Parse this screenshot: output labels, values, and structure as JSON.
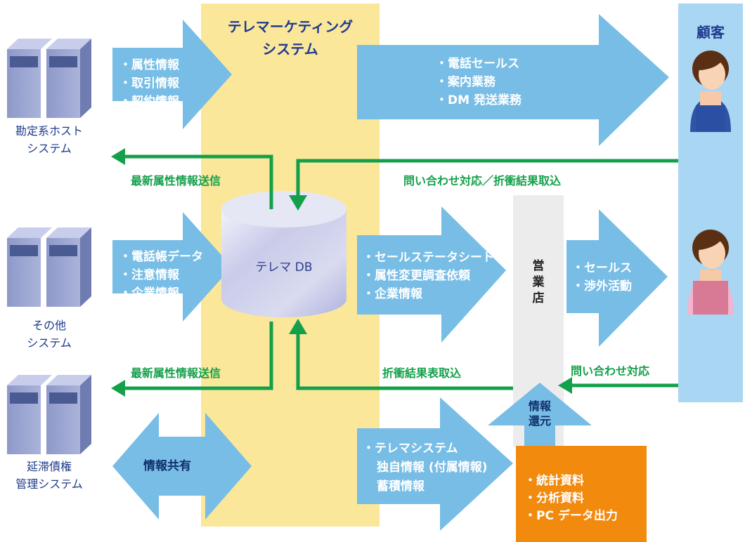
{
  "system": {
    "title": [
      "テレマーケティング",
      "システム"
    ],
    "db_label": "テレマ DB"
  },
  "customer": {
    "title": "顧客"
  },
  "sources": [
    {
      "name": [
        "勘定系ホスト",
        "システム"
      ]
    },
    {
      "name": [
        "その他",
        "システム"
      ]
    },
    {
      "name": [
        "延滞債権",
        "管理システム"
      ]
    }
  ],
  "arrows": {
    "host_in": [
      "・属性情報",
      "・取引情報",
      "・契約情報"
    ],
    "other_in": [
      "・電話帳データ",
      "・注意情報",
      "・企業情報"
    ],
    "share": "情報共有",
    "to_customer": [
      "・電話セールス",
      "・案内業務",
      "・DM 発送業務"
    ],
    "to_branch": [
      "・セールステータシート",
      "・属性変更調査依頼",
      "・企業情報"
    ],
    "branch_to_customer": [
      "・セールス",
      "・渉外活動"
    ],
    "accum": [
      "・テレマシステム",
      "独自情報 (付属情報)",
      "蓄積情報"
    ],
    "feedback": [
      "情報",
      "還元"
    ]
  },
  "green_labels": {
    "latest_top": "最新属性情報送信",
    "latest_bottom": "最新属性情報送信",
    "inquiry_negotiation": "問い合わせ対応／折衝結果取込",
    "negotiation_table": "折衝結果表取込",
    "inquiry": "問い合わせ対応"
  },
  "branch": {
    "label": [
      "営",
      "業",
      "店"
    ]
  },
  "outputs": [
    "・統計資料",
    "・分析資料",
    "・PC データ出力"
  ],
  "colors": {
    "arrow_blue": "#77bde6",
    "system_band": "#fbe79a",
    "green": "#14a04a",
    "customer_panel": "#a9d6f2",
    "branch_panel": "#ececec",
    "output_box": "#f28a0e"
  }
}
